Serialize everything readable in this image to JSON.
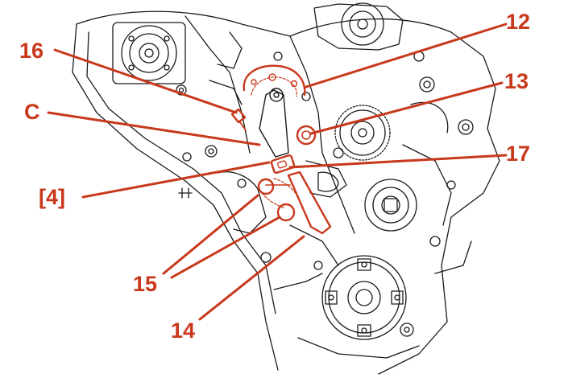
{
  "colors": {
    "callout": "#c8381b",
    "line_art": "#1a1a1a",
    "background": "#ffffff"
  },
  "callouts": {
    "c12": "12",
    "c13": "13",
    "c14": "14",
    "c15": "15",
    "c16": "16",
    "c17": "17",
    "cC": "C",
    "c4": "[4]"
  }
}
